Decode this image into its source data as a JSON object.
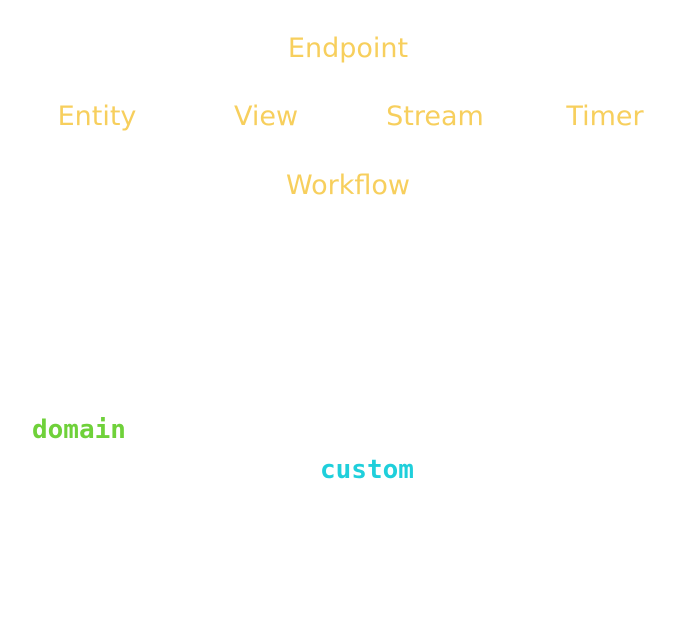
{
  "colors": {
    "component": "#f7cf5d",
    "domain": "#6fd13a",
    "custom": "#1fcfdb",
    "background": "#ffffff"
  },
  "components": {
    "endpoint": "Endpoint",
    "entity": "Entity",
    "view": "View",
    "stream": "Stream",
    "timer": "Timer",
    "workflow": "Workflow"
  },
  "labels": {
    "domain": "domain",
    "custom": "custom"
  }
}
